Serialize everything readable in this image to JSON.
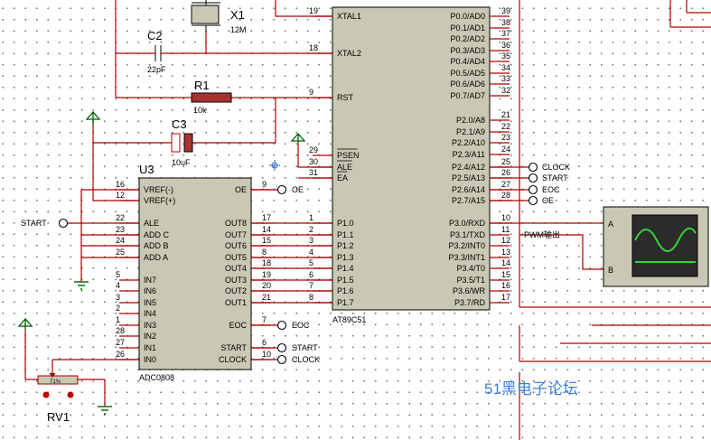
{
  "x1": {
    "ref": "X1",
    "value": "12M"
  },
  "c2": {
    "ref": "C2",
    "value": "22pF"
  },
  "r1": {
    "ref": "R1",
    "value": "10k"
  },
  "c3": {
    "ref": "C3",
    "value": "10uF"
  },
  "rv1": {
    "ref": "RV1",
    "value": "71%"
  },
  "mcu": {
    "name": "AT89C51",
    "left": [
      {
        "num": "19",
        "label": "XTAL1",
        "bar": false
      },
      {
        "num": "18",
        "label": "XTAL2",
        "bar": false
      },
      {
        "num": "9",
        "label": "RST",
        "bar": false
      },
      {
        "num": "29",
        "label": "PSEN",
        "bar": true
      },
      {
        "num": "30",
        "label": "ALE",
        "bar": true
      },
      {
        "num": "31",
        "label": "EA",
        "bar": true
      },
      {
        "num": "1",
        "label": "P1.0",
        "bar": false
      },
      {
        "num": "2",
        "label": "P1.1",
        "bar": false
      },
      {
        "num": "3",
        "label": "P1.2",
        "bar": false
      },
      {
        "num": "4",
        "label": "P1.3",
        "bar": false
      },
      {
        "num": "5",
        "label": "P1.4",
        "bar": false
      },
      {
        "num": "6",
        "label": "P1.5",
        "bar": false
      },
      {
        "num": "7",
        "label": "P1.6",
        "bar": false
      },
      {
        "num": "8",
        "label": "P1.7",
        "bar": false
      }
    ],
    "right": [
      {
        "num": "39",
        "label": "P0.0/AD0"
      },
      {
        "num": "38",
        "label": "P0.1/AD1"
      },
      {
        "num": "37",
        "label": "P0.2/AD2"
      },
      {
        "num": "36",
        "label": "P0.3/AD3"
      },
      {
        "num": "35",
        "label": "P0.4/AD4"
      },
      {
        "num": "34",
        "label": "P0.5/AD5"
      },
      {
        "num": "33",
        "label": "P0.6/AD6"
      },
      {
        "num": "32",
        "label": "P0.7/AD7"
      },
      {
        "num": "21",
        "label": "P2.0/A8"
      },
      {
        "num": "22",
        "label": "P2.1/A9"
      },
      {
        "num": "23",
        "label": "P2.2/A10"
      },
      {
        "num": "24",
        "label": "P2.3/A11"
      },
      {
        "num": "25",
        "label": "P2.4/A12"
      },
      {
        "num": "26",
        "label": "P2.5/A13"
      },
      {
        "num": "27",
        "label": "P2.6/A14"
      },
      {
        "num": "28",
        "label": "P2.7/A15"
      },
      {
        "num": "10",
        "label": "P3.0/RXD"
      },
      {
        "num": "11",
        "label": "P3.1/TXD"
      },
      {
        "num": "12",
        "label": "P3.2/INT0"
      },
      {
        "num": "13",
        "label": "P3.3/INT1"
      },
      {
        "num": "14",
        "label": "P3.4/T0"
      },
      {
        "num": "15",
        "label": "P3.5/T1"
      },
      {
        "num": "16",
        "label": "P3.6/WR"
      },
      {
        "num": "17",
        "label": "P3.7/RD"
      }
    ]
  },
  "adc": {
    "ref": "U3",
    "name": "ADC0808",
    "left": [
      {
        "num": "16",
        "label": "VREF(-)"
      },
      {
        "num": "12",
        "label": "VREF(+)"
      },
      {
        "num": "22",
        "label": "ALE"
      },
      {
        "num": "23",
        "label": "ADD C"
      },
      {
        "num": "24",
        "label": "ADD B"
      },
      {
        "num": "25",
        "label": "ADD A"
      },
      {
        "num": "5",
        "label": "IN7"
      },
      {
        "num": "4",
        "label": "IN6"
      },
      {
        "num": "3",
        "label": "IN5"
      },
      {
        "num": "2",
        "label": "IN4"
      },
      {
        "num": "1",
        "label": "IN3"
      },
      {
        "num": "28",
        "label": "IN2"
      },
      {
        "num": "27",
        "label": "IN1"
      },
      {
        "num": "26",
        "label": "IN0"
      }
    ],
    "right": [
      {
        "num": "9",
        "label": "OE"
      },
      {
        "num": "17",
        "label": "OUT8"
      },
      {
        "num": "14",
        "label": "OUT7"
      },
      {
        "num": "15",
        "label": "OUT6"
      },
      {
        "num": "8",
        "label": "OUT5"
      },
      {
        "num": "18",
        "label": "OUT4"
      },
      {
        "num": "19",
        "label": "OUT3"
      },
      {
        "num": "20",
        "label": "OUT2"
      },
      {
        "num": "21",
        "label": "OUT1"
      },
      {
        "num": "7",
        "label": "EOC"
      },
      {
        "num": "6",
        "label": "START"
      },
      {
        "num": "10",
        "label": "CLOCK"
      }
    ]
  },
  "terminals": {
    "clock": "CLOCK",
    "start": "START",
    "eoc": "EOC",
    "oe": "OE"
  },
  "pwm_label": "PWM输出",
  "scope": {
    "a": "A",
    "b": "B"
  },
  "watermark": "51黑电子论坛"
}
